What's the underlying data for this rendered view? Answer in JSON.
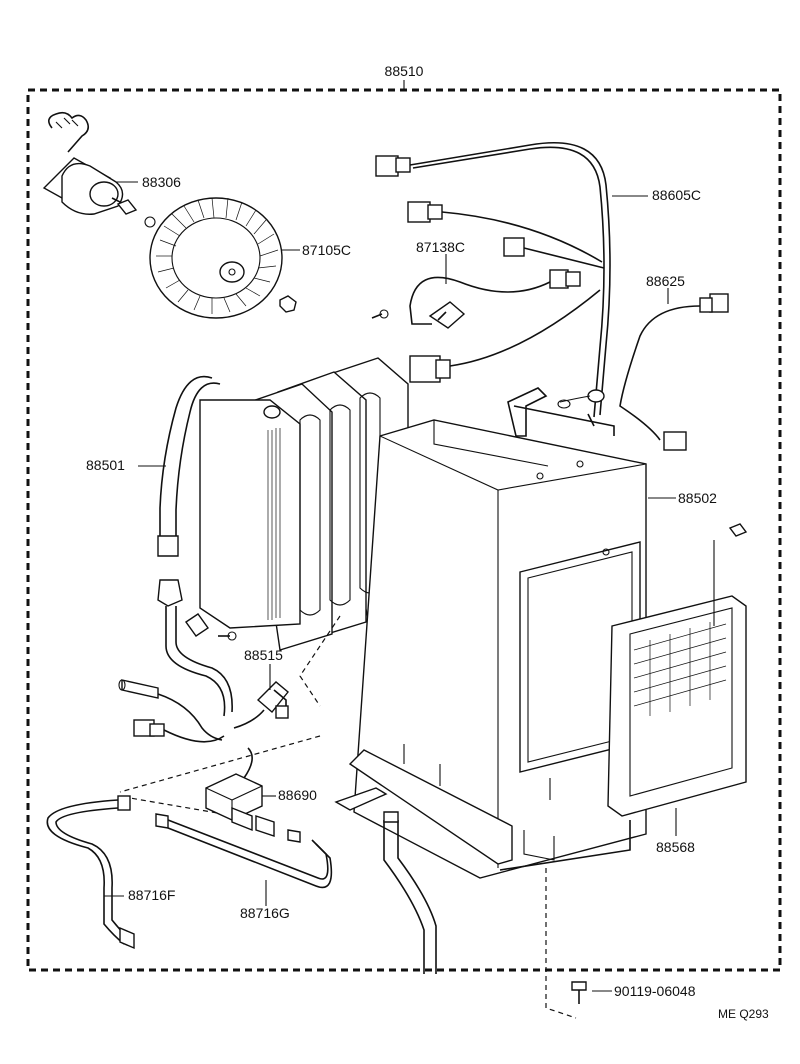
{
  "diagram": {
    "assembly_label": "88510",
    "parts": [
      {
        "id": "blower-motor",
        "label": "88306"
      },
      {
        "id": "blower-fan",
        "label": "87105C"
      },
      {
        "id": "wire-harness",
        "label": "88605C"
      },
      {
        "id": "thermistor",
        "label": "87138C"
      },
      {
        "id": "sub-harness",
        "label": "88625"
      },
      {
        "id": "evaporator-pipe",
        "label": "88501"
      },
      {
        "id": "cooling-unit-case",
        "label": "88502"
      },
      {
        "id": "expansion-valve",
        "label": "88515"
      },
      {
        "id": "pressure-switch",
        "label": "88690"
      },
      {
        "id": "liquid-hose",
        "label": "88716F"
      },
      {
        "id": "suction-hose",
        "label": "88716G"
      },
      {
        "id": "front-grille",
        "label": "88568"
      },
      {
        "id": "bolt",
        "label": "90119-06048"
      }
    ],
    "code": "ME  Q293"
  }
}
